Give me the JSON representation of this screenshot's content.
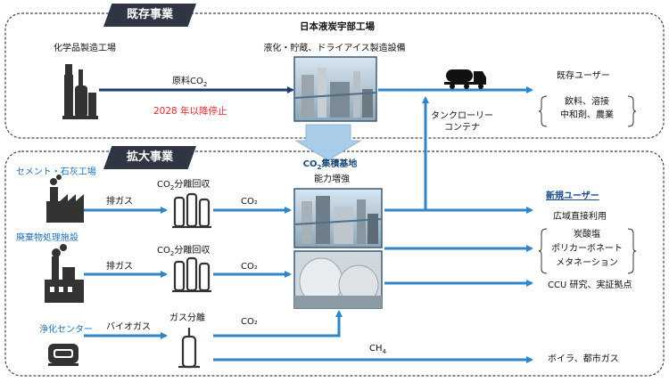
{
  "existing": {
    "tag": "既存事業",
    "plant_title": "日本液炭宇部工場",
    "chemical_plant": "化学品製造工場",
    "raw_co2_label": "原料CO",
    "raw_co2_sub": "2",
    "stop_note": "2028 年以降停止",
    "facility_label": "液化・貯蔵、ドライアイス製造設備",
    "transport_label_1": "タンクローリー",
    "transport_label_2": "コンテナ",
    "existing_users": "既存ユーザー",
    "uses_line1": "飲料、溶接",
    "uses_line2": "中和剤、農業"
  },
  "expansion": {
    "tag": "拡大事業",
    "hub_title_pre": "CO",
    "hub_title_sub": "2",
    "hub_title_post": "集積基地",
    "capacity": "能力増強",
    "sources": [
      {
        "name": "セメント・石灰工場",
        "gas": "排ガス",
        "process_pre": "CO",
        "process_sub": "2",
        "process_post": "分離回収",
        "output": "CO₂"
      },
      {
        "name": "廃棄物処理施設",
        "gas": "排ガス",
        "process_pre": "CO",
        "process_sub": "2",
        "process_post": "分離回収",
        "output": "CO₂"
      },
      {
        "name": "浄化センター",
        "gas": "バイオガス",
        "process_pre": "",
        "process_sub": "",
        "process_post": "ガス分離",
        "output": "CO₂"
      }
    ],
    "ch4_pre": "CH",
    "ch4_sub": "4",
    "new_users": "新規ユーザー",
    "wide_area": "広域直接利用",
    "new_uses": [
      "炭酸塩",
      "ポリカーボネート",
      "メタネーション"
    ],
    "ccu": "CCU 研究、実証拠点",
    "boiler": "ボイラ、都市ガス"
  },
  "colors": {
    "arrow_blue": "#2e86c8",
    "navy": "#1f3b72",
    "tag_bg": "#2f3542",
    "red_text": "#e3262d"
  }
}
